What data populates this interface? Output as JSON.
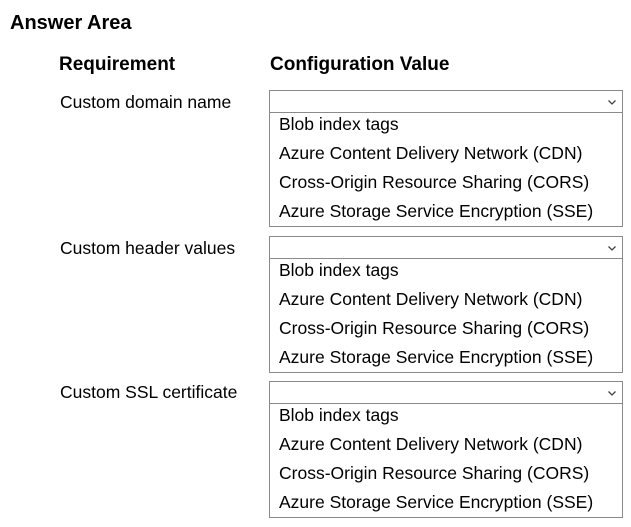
{
  "title": "Answer Area",
  "headers": {
    "requirement": "Requirement",
    "configuration": "Configuration Value"
  },
  "rows": [
    {
      "requirement": "Custom domain name",
      "selected": "",
      "options": [
        "Blob index tags",
        "Azure Content Delivery Network (CDN)",
        "Cross-Origin Resource Sharing (CORS)",
        "Azure Storage Service Encryption (SSE)"
      ]
    },
    {
      "requirement": "Custom header values",
      "selected": "",
      "options": [
        "Blob index tags",
        "Azure Content Delivery Network (CDN)",
        "Cross-Origin Resource Sharing (CORS)",
        "Azure Storage Service Encryption (SSE)"
      ]
    },
    {
      "requirement": "Custom SSL certificate",
      "selected": "",
      "options": [
        "Blob index tags",
        "Azure Content Delivery Network (CDN)",
        "Cross-Origin Resource Sharing (CORS)",
        "Azure Storage Service Encryption (SSE)"
      ]
    }
  ],
  "icons": {
    "dropdown": "chevron-down-icon"
  },
  "colors": {
    "border": "#8a8a8a",
    "text": "#000000"
  }
}
